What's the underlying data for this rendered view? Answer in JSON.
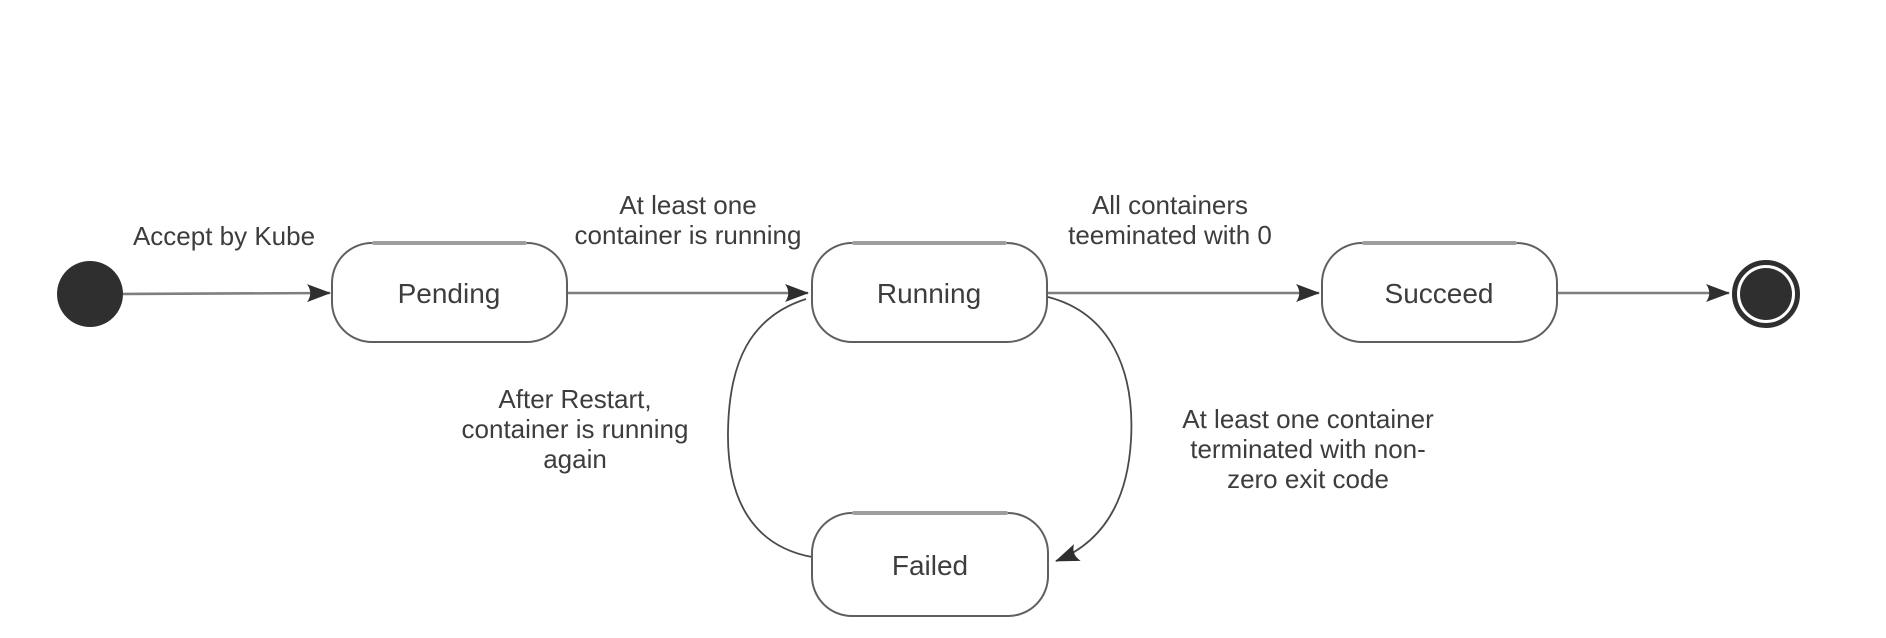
{
  "colors": {
    "background": "#ffffff",
    "node_fill": "#ffffff",
    "node_border": "#5f5f5f",
    "node_border_highlight": "#9e9e9e",
    "terminal_node": "#2f2f2f",
    "straight_arrow": "#7f7f7f",
    "curved_arrow": "#4a4a4a",
    "arrowhead": "#2f2f2f",
    "label_text": "#3d3d3d"
  },
  "states": [
    {
      "id": "pending",
      "label": "Pending"
    },
    {
      "id": "running",
      "label": "Running"
    },
    {
      "id": "succeed",
      "label": "Succeed"
    },
    {
      "id": "failed",
      "label": "Failed"
    }
  ],
  "edges": [
    {
      "from": "initial",
      "to": "pending",
      "label_lines": [
        "Accept by Kube"
      ]
    },
    {
      "from": "pending",
      "to": "running",
      "label_lines": [
        "At least one",
        "container is running"
      ]
    },
    {
      "from": "running",
      "to": "succeed",
      "label_lines": [
        "All containers",
        "teeminated with 0"
      ]
    },
    {
      "from": "succeed",
      "to": "final",
      "label_lines": []
    },
    {
      "from": "running",
      "to": "failed",
      "label_lines": [
        "At least one container",
        "terminated with non-",
        "zero exit code"
      ]
    },
    {
      "from": "failed",
      "to": "running",
      "label_lines": [
        "After Restart,",
        "container is running",
        "again"
      ]
    }
  ]
}
